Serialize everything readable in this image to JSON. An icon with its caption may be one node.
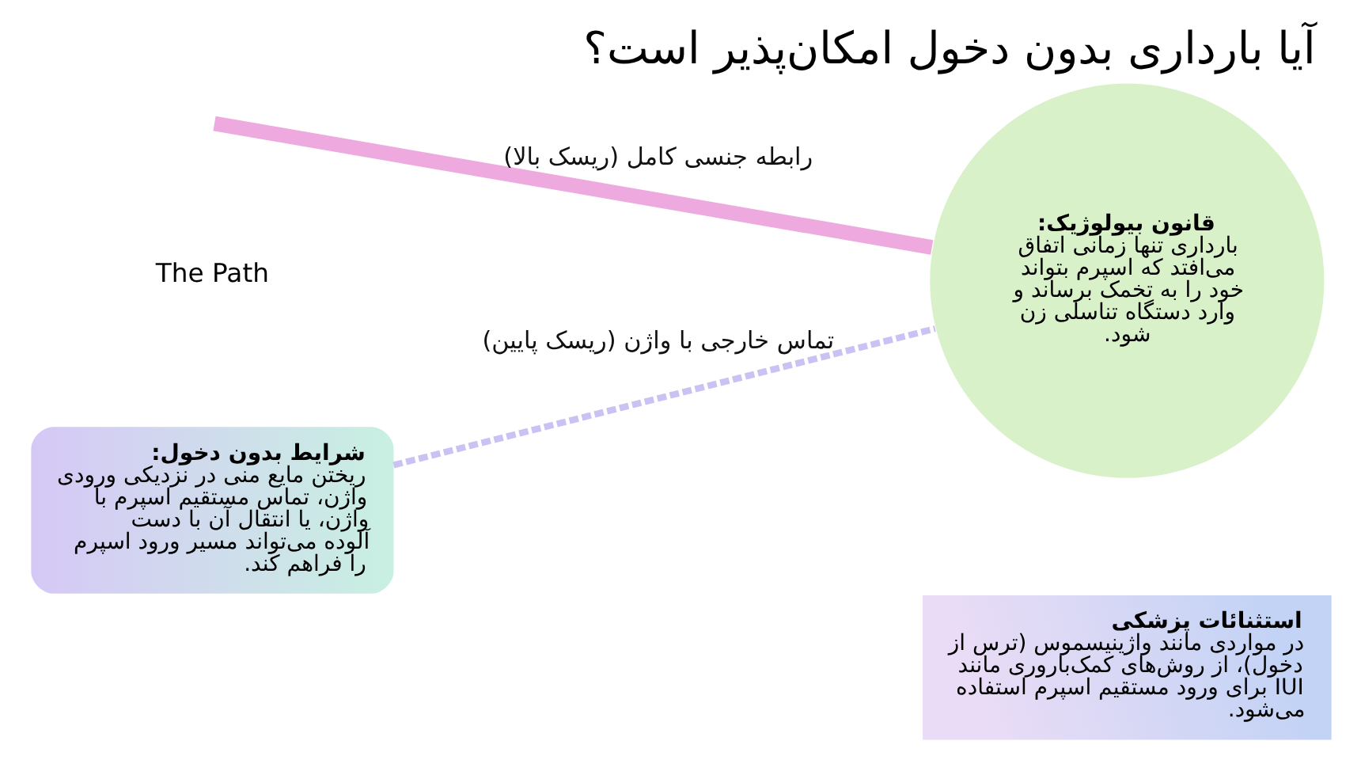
{
  "diagram": {
    "title": "آیا بارداری بدون دخول امکان‌پذیر است؟",
    "nodes": [
      {
        "text": [
          "قانون بیولوژیک:",
          "بارداری تنها زمانی اتفاق می‌افتد که اسپرم بتواند خود را به تخمک برساند و وارد دستگاه تناسلی زن شود."
        ]
      },
      {
        "text": [
          "شرایط بدون دخول:",
          "ریختن مایع منی در نزدیکی ورودی واژن، تماس مستقیم اسپرم با واژن، یا انتقال آن با دست آلوده می‌تواند مسیر ورود اسپرم را فراهم کند."
        ]
      },
      {
        "text": [
          "استثنائات پزشکی",
          "در مواردی مانند واژینیسموس (ترس از دخول)، از روش‌های کمک‌باروری مانند IUI برای ورود مستقیم اسپرم استفاده می‌شود."
        ]
      }
    ],
    "edges": [
      {
        "from": null,
        "to": 0,
        "arrow": "none",
        "label": "رابطه جنسی کامل (ریسک بالا)",
        "style": "thick",
        "color": "#eeaadf"
      },
      {
        "from": 1,
        "to": 0,
        "arrow": "none",
        "label": "تماس خارجی با واژن (ریسک پایین)",
        "style": "dashed",
        "color": "#c9c2f2"
      }
    ],
    "labels": [
      "The Path"
    ]
  }
}
